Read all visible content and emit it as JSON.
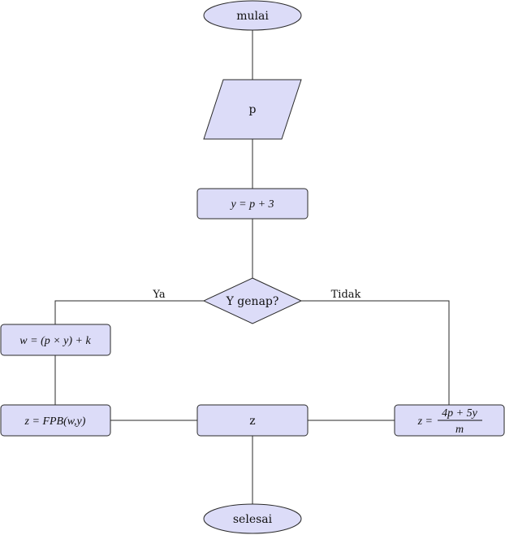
{
  "nodes": {
    "start": "mulai",
    "input": "p",
    "compute_y": "y = p + 3",
    "decision": "Y genap?",
    "compute_w": "w = (p × y) + k",
    "compute_z_fpb": "z = FPB(w,y)",
    "output": "z",
    "compute_z_frac_lhs": "z =",
    "compute_z_frac_num": "4p + 5y",
    "compute_z_frac_den": "m",
    "end": "selesai"
  },
  "edges": {
    "yes_label": "Ya",
    "no_label": "Tidak"
  },
  "colors": {
    "node_fill": "#dcdcf8",
    "stroke": "#2a2a2a"
  }
}
